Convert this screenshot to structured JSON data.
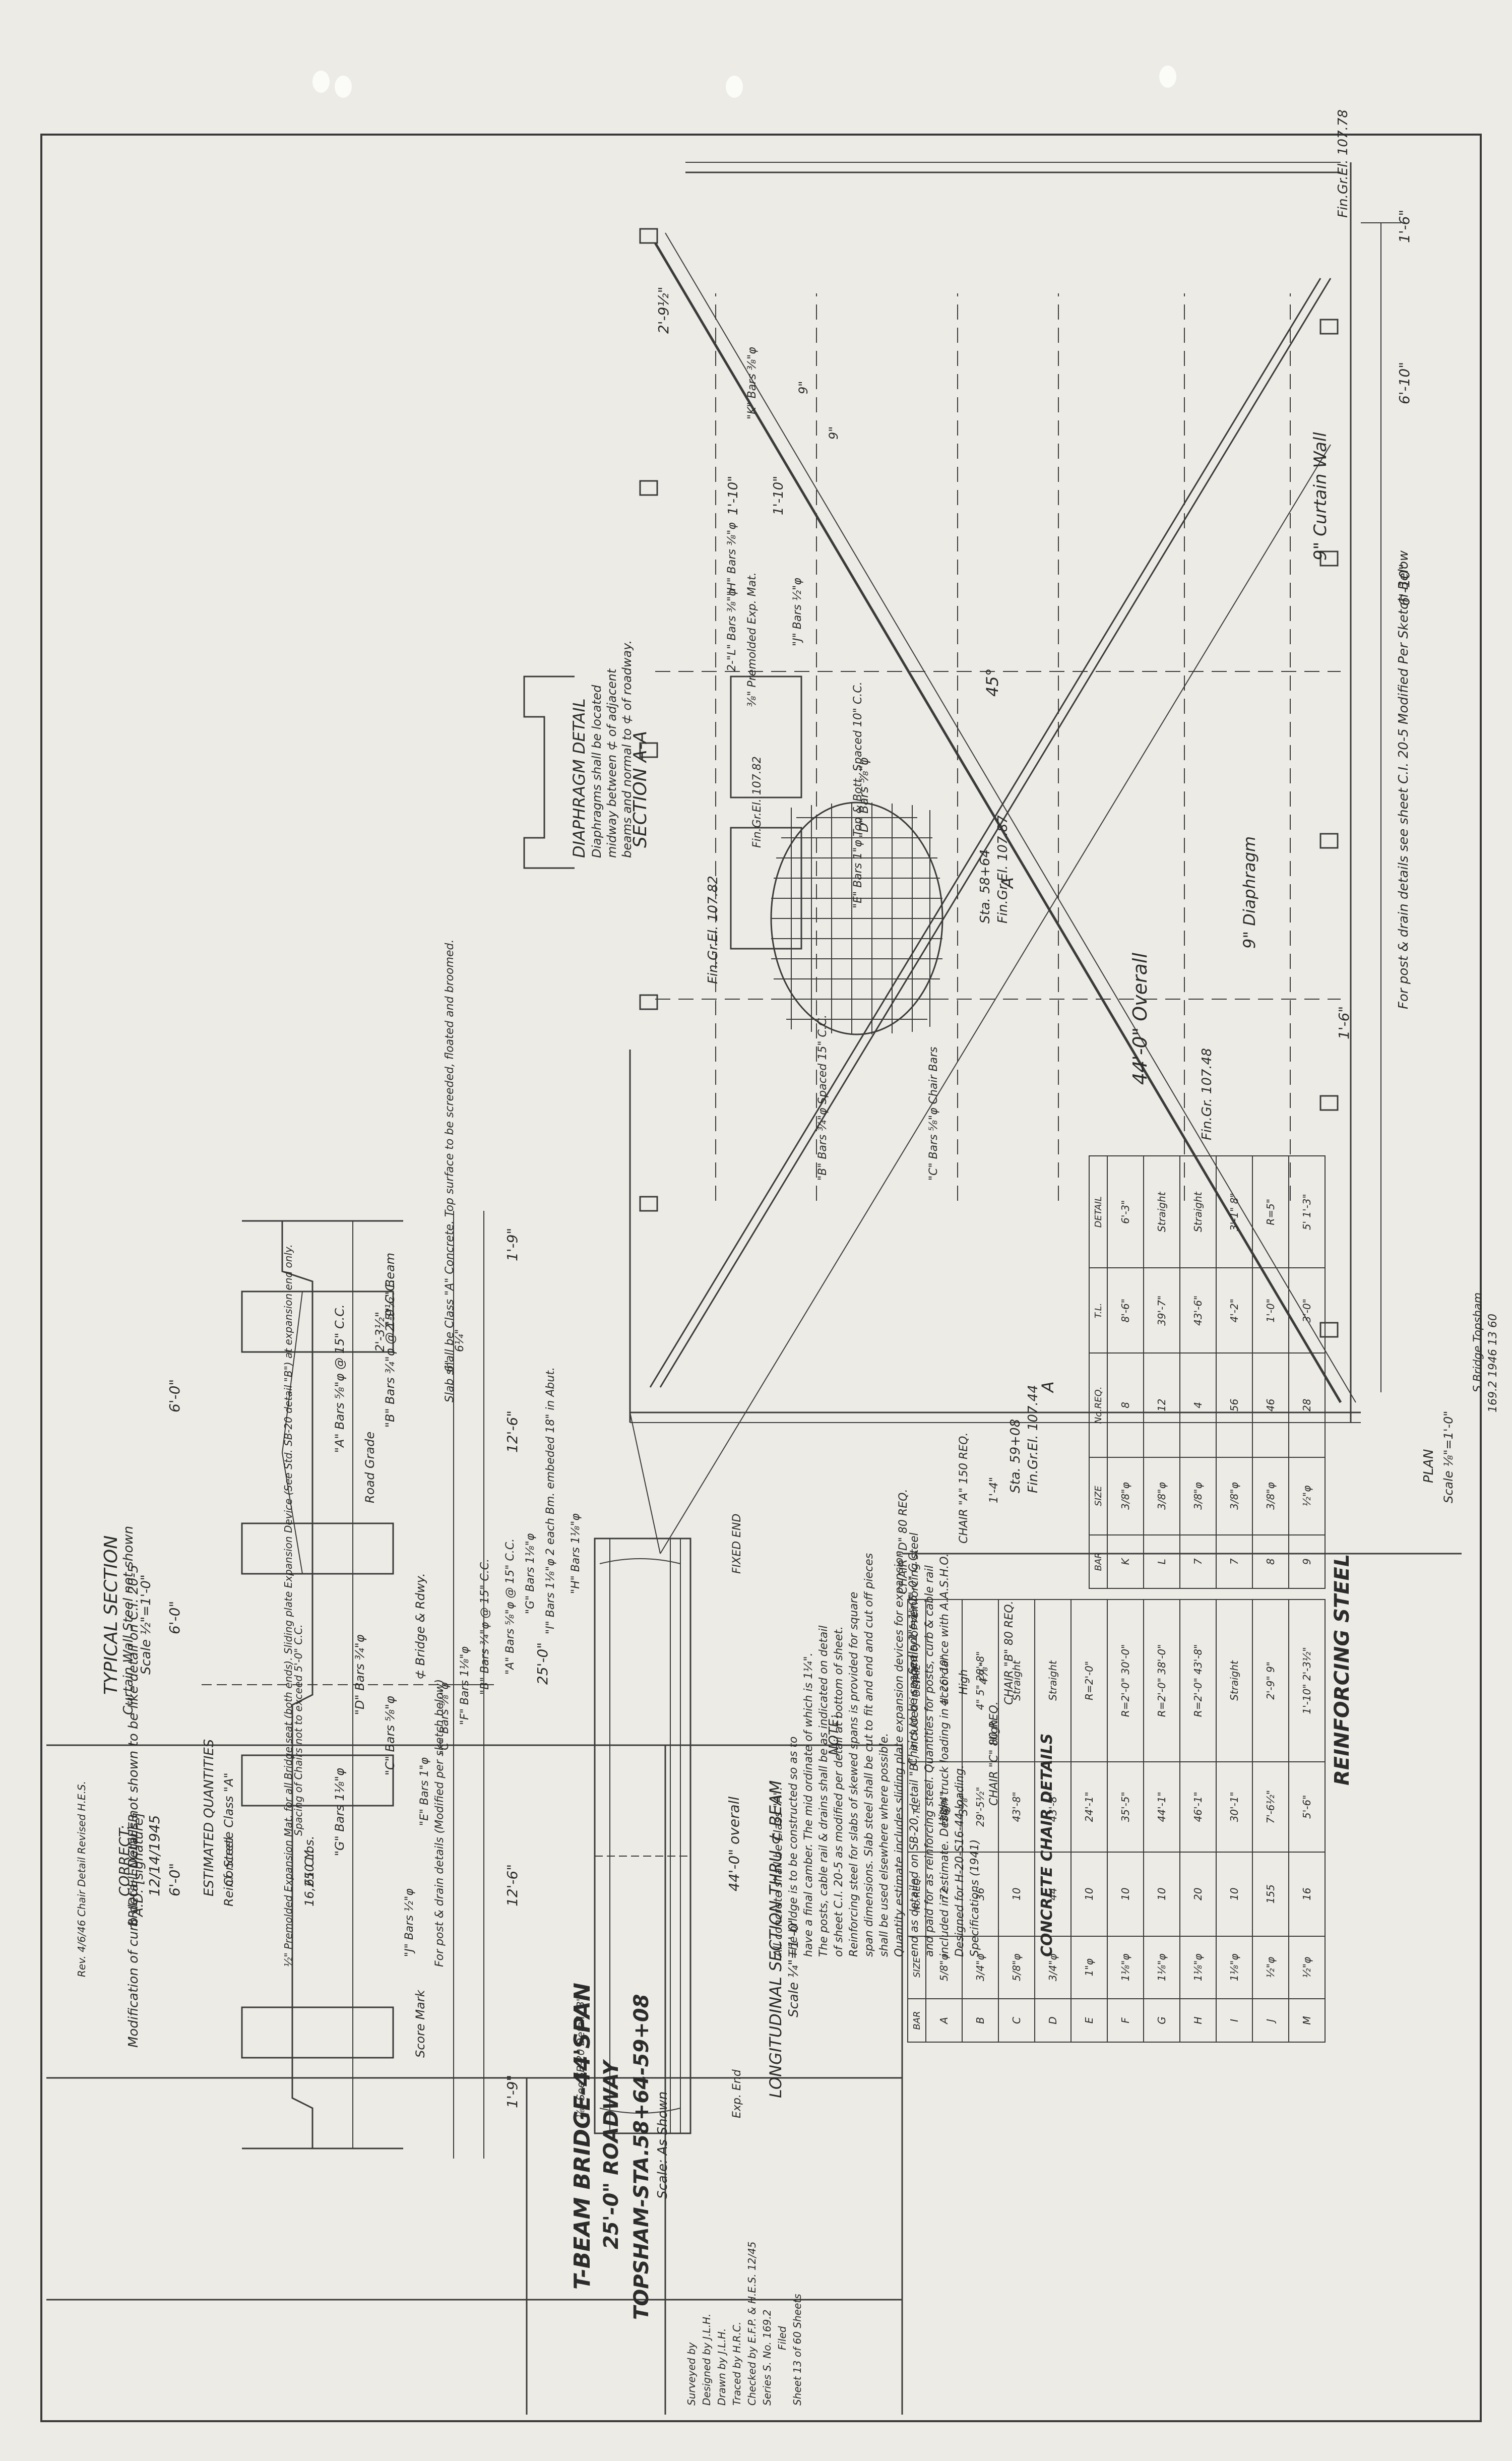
{
  "title_block": {
    "title_line1": "T-BEAM BRIDGE-44'SPAN",
    "title_line2": "25'-0\" ROADWAY",
    "title_line3": "TOPSHAM-STA.58+64-59+08",
    "scale": "Scale: As Shown",
    "surveyed_by": "Surveyed by",
    "designed_by": "Designed by J.L.H.",
    "drawn_by": "Drawn by J.L.H.",
    "traced_by": "Traced by H.R.C.",
    "checked_by": "Checked by E.F.P. & H.E.S. 12/45",
    "series": "Series S. No. 169.2",
    "filed": "Filed",
    "sheet": "Sheet 13 of 60 Sheets"
  },
  "approval": {
    "correct_label": "CORRECT:",
    "date": "12/14/1945",
    "signature_text": "A.D. [signature]",
    "engineer": "BRIDGE ENGINEER",
    "note": "Rev. 4/6/46 Chair Detail Revised H.E.S."
  },
  "quantities": {
    "heading": "ESTIMATED QUANTITIES",
    "rows": [
      {
        "item": "Concrete Class \"A\"",
        "qty": "61 CY."
      },
      {
        "item": "Reinf. Steel",
        "qty": "16,250 Lbs."
      }
    ]
  },
  "stamp": {
    "line1": "S   Bridge   Topsham",
    "line2": "169.2   1946   13   60"
  },
  "reinforcing_steel": {
    "title": "REINFORCING STEEL",
    "columns": [
      "BAR",
      "SIZE",
      "No.REQ.",
      "T.L.",
      "DETAIL"
    ],
    "left_table": [
      {
        "bar": "A",
        "size": "5/8\"φ",
        "no": "72",
        "tl": "28'-4\"",
        "detail": "4\" 26'-10\""
      },
      {
        "bar": "B",
        "size": "3/4\"φ",
        "no": "36",
        "tl": "29'-5½\"",
        "detail": "4\" 5\" 28'-8\""
      },
      {
        "bar": "C",
        "size": "5/8\"φ",
        "no": "10",
        "tl": "43'-8\"",
        "detail": "Straight"
      },
      {
        "bar": "D",
        "size": "3/4\"φ",
        "no": "44",
        "tl": "43'-8\"",
        "detail": "Straight"
      },
      {
        "bar": "E",
        "size": "1\"φ",
        "no": "10",
        "tl": "24'-1\"",
        "detail": "R=2'-0\""
      },
      {
        "bar": "F",
        "size": "1⅛\"φ",
        "no": "10",
        "tl": "35'-5\"",
        "detail": "R=2'-0\" 30'-0\""
      },
      {
        "bar": "G",
        "size": "1⅛\"φ",
        "no": "10",
        "tl": "44'-1\"",
        "detail": "R=2'-0\" 38'-0\""
      },
      {
        "bar": "H",
        "size": "1⅛\"φ",
        "no": "20",
        "tl": "46'-1\"",
        "detail": "R=2'-0\" 43'-8\""
      },
      {
        "bar": "I",
        "size": "1⅛\"φ",
        "no": "10",
        "tl": "30'-1\"",
        "detail": "Straight"
      },
      {
        "bar": "J",
        "size": "½\"φ",
        "no": "155",
        "tl": "7'-6½\"",
        "detail": "2'-9\" 9\""
      },
      {
        "bar": "M",
        "size": "½\"φ",
        "no": "16",
        "tl": "5'-6\"",
        "detail": "1'-10\" 2'-3½\""
      }
    ],
    "right_table": [
      {
        "bar": "K",
        "size": "3/8\"φ",
        "no": "8",
        "tl": "8'-6\"",
        "detail": "6'-3\""
      },
      {
        "bar": "L",
        "size": "3/8\"φ",
        "no": "12",
        "tl": "39'-7\"",
        "detail": "Straight"
      },
      {
        "bar": "7",
        "size": "3/8\"φ",
        "no": "4",
        "tl": "43'-6\"",
        "detail": "Straight"
      },
      {
        "bar": "7",
        "size": "3/8\"φ",
        "no": "56",
        "tl": "4'-2\"",
        "detail": "3'-1\" 8\""
      },
      {
        "bar": "8",
        "size": "3/8\"φ",
        "no": "46",
        "tl": "1'-0\"",
        "detail": "R=5\""
      },
      {
        "bar": "9",
        "size": "½\"φ",
        "no": "28",
        "tl": "3'-0\"",
        "detail": "5' 1'-3\""
      }
    ]
  },
  "chair_details": {
    "title": "CONCRETE CHAIR DETAILS",
    "chair_a": "CHAIR \"A\" 150 REQ.",
    "chair_b": "CHAIR \"B\" 80 REQ.",
    "chair_c": "CHAIR \"C\" 80 REQ.",
    "chair_d": "CHAIR \"D\" 80 REQ.",
    "scale": "Scale 1\"=1'-0\"",
    "spacing_note": "Chairs to be spaced not over 5'-0\" C.C.",
    "dims": [
      "1'-4\"",
      "4⅞\"",
      "3⅛\"",
      "High",
      "High",
      "High"
    ]
  },
  "notes": {
    "heading": "NOTE:",
    "lines": [
      "All concrete shall be Class \"A\".",
      "The bridge is to be constructed so as to",
      "have a final camber. The mid ordinate of which is 1¼\".",
      "The posts, cable rail & drains shall be as indicated on detail",
      "of sheet C.I. 20-5 as modified per detail at bottom of sheet.",
      "Reinforcing steel for slabs of skewed spans is provided for square",
      "span dimensions. Slab steel shall be cut to fit and end and cut off pieces",
      "shall be used elsewhere where possible.",
      "Quantity estimate includes sliding plate expansion devices for expansion",
      "end as detailed on SB-20, detail \"B\", included in quantity of reinforcing steel",
      "and paid for as reinforcing steel. Quantities for posts, curb & cable rail",
      "included in estimate. Design truck loading in accordance with A.A.S.H.O.",
      "Designed for H-20-S16-44 loading.",
      "Specifications (1941)"
    ]
  },
  "plan": {
    "label": "PLAN",
    "scale": "Scale ⅛\"=1'-0\"",
    "overall": "44'-0\" Overall",
    "curtain_wall": "9\" Curtain Wall",
    "diaphragm": "9\" Diaphragm",
    "skew": "45°",
    "section_marks": [
      "A",
      "A"
    ],
    "stations": [
      "Sta. 58+64",
      "Fin.Gr.El. 107.87",
      "Sta. 59+08",
      "Fin.Gr.El. 107.44",
      "Fin.Gr. 107.48",
      "Fin.Gr.El. 107.82",
      "Fin.Gr.El. 107.78"
    ],
    "dims_top": [
      "1'-6\"",
      "6'-10\"",
      "6'-10\"",
      "1'-6\""
    ],
    "post_note": "For post & drain details see sheet C.I. 20-5 Modified Per Sketch Below",
    "labels": [
      "\"D\" Bars ⅝\"φ",
      "\"E\" Bars 1\"φ Top & Bott. Spaced 10\" C.C.",
      "\"C\" Bars ⅝\"φ Chair Bars",
      "\"B\" Bars ¾\"φ Spaced 15\" C.C.",
      "Fin.Gr.El. 107.82"
    ]
  },
  "section_aa": {
    "title": "SECTION A-A",
    "diaphragm_title": "DIAPHRAGM DETAIL",
    "diaphragm_note_1": "Diaphragms shall be located",
    "diaphragm_note_2": "midway between ⊄ of adjacent",
    "diaphragm_note_3": "beams and normal to ⊄ of roadway.",
    "dims": [
      "2'-9½\"",
      "1'-10\"",
      "1'-10\"",
      "9\"",
      "9\""
    ],
    "bar_labels": [
      "\"K\" Bars ⅜\"φ",
      "\"J\" Bars ½\"φ",
      "\"H\" Bars ⅜\"φ",
      "2-\"L\" Bars ⅜\"φ",
      "⅜\" Premolded Exp. Mat."
    ]
  },
  "typical_section": {
    "title": "TYPICAL SECTION",
    "subtitle": "Curtain Wall Steel not shown",
    "scale": "Scale ½\"=1'-0\"",
    "note": "Modification of curb detail. Details not shown to be like detail on C.I. 20-5",
    "dims": [
      "1'-9\"",
      "12'-6\"",
      "12'-6\"",
      "25'-0\"",
      "6'-0\"",
      "6'-0\"",
      "6'-0\"",
      "1'-9\""
    ],
    "labels": [
      "Road Grade",
      "⊄ Bridge & Rdwy.",
      "\"A\" Bars ⅝\"φ @ 15\" C.C.",
      "\"B\" Bars ¾\"φ @ 15\" C.C.",
      "\"D\" Bars ¾\"φ",
      "\"C\" Bars ⅝\"φ",
      "\"G\" Bars 1⅛\"φ",
      "Score Mark",
      "Slab shall be Class \"A\" Concrete. Top surface to be screeded, floated and broomed.",
      "For post & drain details (Modified per sketch below)",
      "½\" Premolded Expansion Mat. for all Bridge seat (both ends). Sliding plate Expansion Device (See Std. SB-20 detail \"B\") at expansion end only.",
      "Spacing of Chairs not to exceed 5'-0\" C.C."
    ]
  },
  "longitudinal_section": {
    "title": "LONGITUDINAL SECTION THRU ⊄ BEAM",
    "scale": "Scale ¼\"=1'-0\"",
    "overall": "44'-0\" overall",
    "labels": [
      "\"H\" Bars 1⅛\"φ",
      "\"I\" Bars 1⅛\"φ 2 each Bm. embeded 18\" in Abut.",
      "\"G\" Bars 1⅛\"φ",
      "\"A\" Bars ⅝\"φ @ 15\" C.C.",
      "\"B\" Bars ¾\"φ @ 15\" C.C.",
      "\"F\" Bars 1⅛\"φ",
      "\"C\" Bars ⅝\"φ",
      "\"E\" Bars 1\"φ",
      "\"J\" Bars ½\"φ",
      "Exp. End",
      "FIXED END",
      "⅛\" See SB-20 Detail \"B\"",
      "2'-9½\" Beam",
      "2'-3½\"",
      "6¼\"",
      "6\""
    ]
  }
}
